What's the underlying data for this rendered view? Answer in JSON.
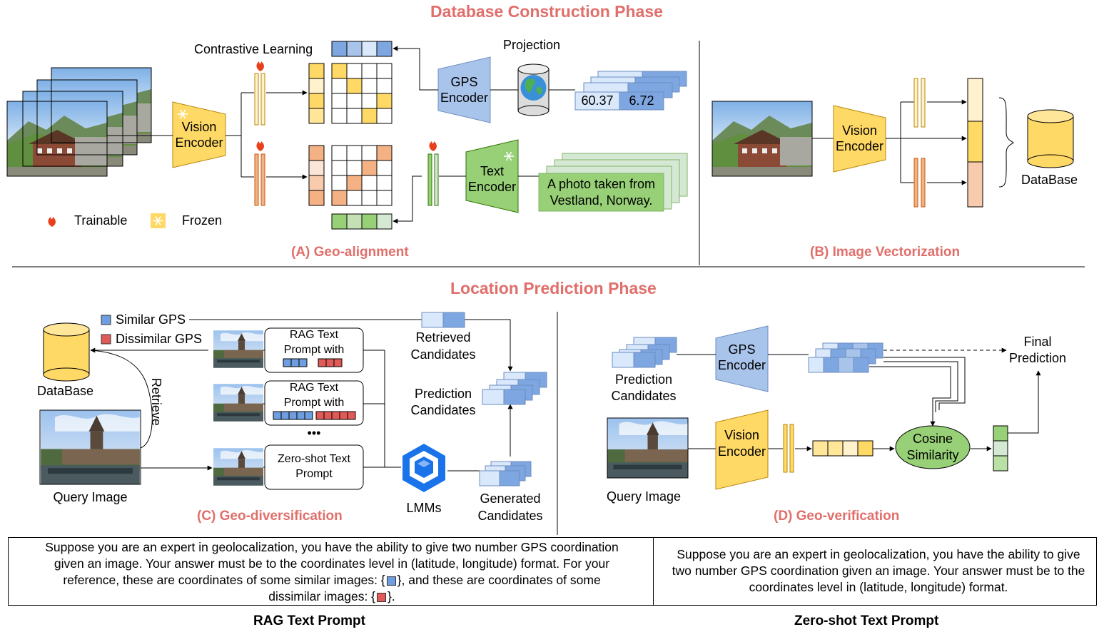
{
  "titles": {
    "db_phase": "Database Construction Phase",
    "loc_phase": "Location Prediction Phase"
  },
  "sections": {
    "a": "(A) Geo-alignment",
    "b": "(B) Image Vectorization",
    "c": "(C) Geo-diversification",
    "d": "(D) Geo-verification"
  },
  "geo_alignment": {
    "contrastive": "Contrastive Learning",
    "projection": "Projection",
    "vision_encoder_l1": "Vision",
    "vision_encoder_l2": "Encoder",
    "gps_encoder_l1": "GPS",
    "gps_encoder_l2": "Encoder",
    "text_encoder_l1": "Text",
    "text_encoder_l2": "Encoder",
    "coord_lat": "60.37",
    "coord_lon": "6.72",
    "caption_l1": "A photo taken from",
    "caption_l2": "Vestland, Norway.",
    "trainable": "Trainable",
    "frozen": "Frozen"
  },
  "vectorization": {
    "vision_encoder_l1": "Vision",
    "vision_encoder_l2": "Encoder",
    "database": "DataBase"
  },
  "geo_diversification": {
    "similar_gps": "Similar GPS",
    "dissimilar_gps": "Dissimilar GPS",
    "database": "DataBase",
    "retrieve": "Retrieve",
    "query_image": "Query Image",
    "rag1_l1": "RAG Text",
    "rag1_l2": "Prompt with",
    "rag2_l1": "RAG Text",
    "rag2_l2": "Prompt with",
    "dots": "•••",
    "zs_l1": "Zero-shot Text",
    "zs_l2": "Prompt",
    "retrieved_l1": "Retrieved",
    "retrieved_l2": "Candidates",
    "prediction_l1": "Prediction",
    "prediction_l2": "Candidates",
    "generated_l1": "Generated",
    "generated_l2": "Candidates",
    "lmms": "LMMs"
  },
  "geo_verification": {
    "gps_encoder_l1": "GPS",
    "gps_encoder_l2": "Encoder",
    "prediction_l1": "Prediction",
    "prediction_l2": "Candidates",
    "final_l1": "Final",
    "final_l2": "Prediction",
    "vision_encoder_l1": "Vision",
    "vision_encoder_l2": "Encoder",
    "query_image": "Query Image",
    "cosine_l1": "Cosine",
    "cosine_l2": "Similarity"
  },
  "prompts": {
    "rag_text_1": "Suppose you are an expert in geolocalization, you have the ability to give two number GPS coordination given an image. Your answer must be to the coordinates level in (latitude, longitude) format. For your reference, these are coordinates of some similar images: {",
    "rag_text_2": "}, and these are coordinates of some dissimilar images: {",
    "rag_text_3": "}.",
    "zero_shot_text": "Suppose you are an expert in geolocalization, you have the ability to give two number GPS coordination given an image. Your answer must be to the coordinates level in (latitude, longitude) format.",
    "rag_caption": "RAG Text Prompt",
    "zero_shot_caption": "Zero-shot Text Prompt"
  },
  "colors": {
    "accent": "#e06f6b",
    "encoder_yellow": "#ffd966",
    "gps_blue": "#a9c4eb",
    "text_green": "#97d077",
    "cell_blue": "#6f9ee0",
    "cell_orange": "#f4b183"
  }
}
